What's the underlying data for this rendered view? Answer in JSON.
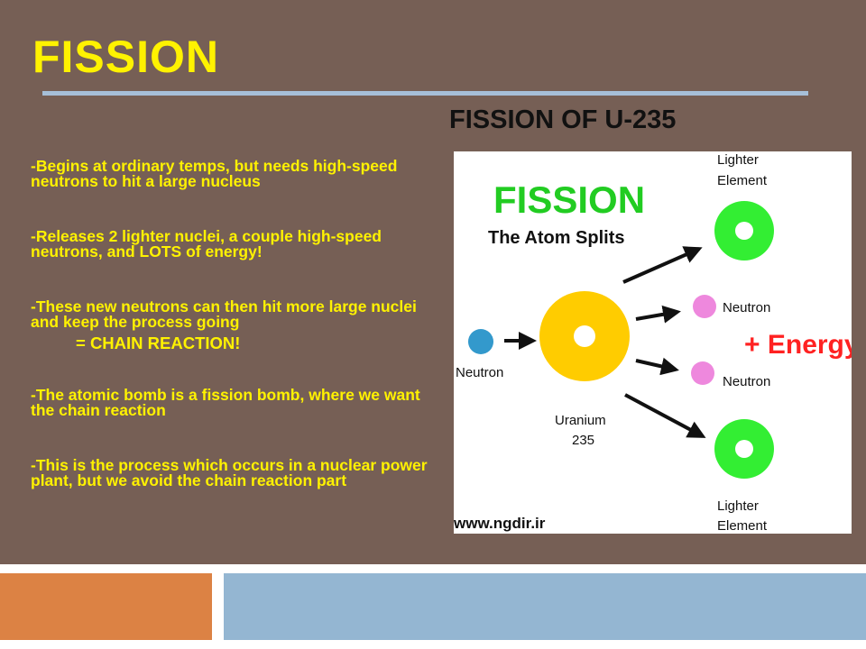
{
  "slide": {
    "title": "FISSION",
    "image_caption": "FISSION OF U-235",
    "bullets": [
      "-Begins at ordinary temps, but needs high-speed neutrons to hit a large nucleus",
      "-Releases 2 lighter nuclei, a couple high-speed neutrons, and LOTS of energy!",
      "-These new neutrons can then hit more large nuclei and keep the process going"
    ],
    "chain_reaction": "= CHAIN REACTION!",
    "bullets_after": [
      "-The atomic bomb is a fission bomb, where we want the chain reaction",
      "-This is the process which occurs in a nuclear power plant, but we avoid the chain reaction part"
    ]
  },
  "figure": {
    "heading": "FISSION",
    "subheading": "The Atom Splits",
    "incoming_neutron": "Neutron",
    "nucleus_label_1": "Uranium",
    "nucleus_label_2": "235",
    "top_product_1": "Lighter",
    "top_product_2": "Element",
    "bottom_product_1": "Lighter",
    "bottom_product_2": "Element",
    "neutron_out_1": "Neutron",
    "neutron_out_2": "Neutron",
    "energy": "+ Energy",
    "watermark": "www.ngdir.ir"
  },
  "colors": {
    "background": "#765f55",
    "title": "#fff200",
    "rule": "#a6bfd8",
    "uranium": "#ffcc00",
    "lighter_element": "#33ee33",
    "neutron_out": "#ee88dd",
    "neutron_in": "#3399cc",
    "energy": "#ff2222",
    "figure_heading": "#22cc22",
    "footer_orange": "#dc8244",
    "footer_blue": "#94b6d2"
  }
}
